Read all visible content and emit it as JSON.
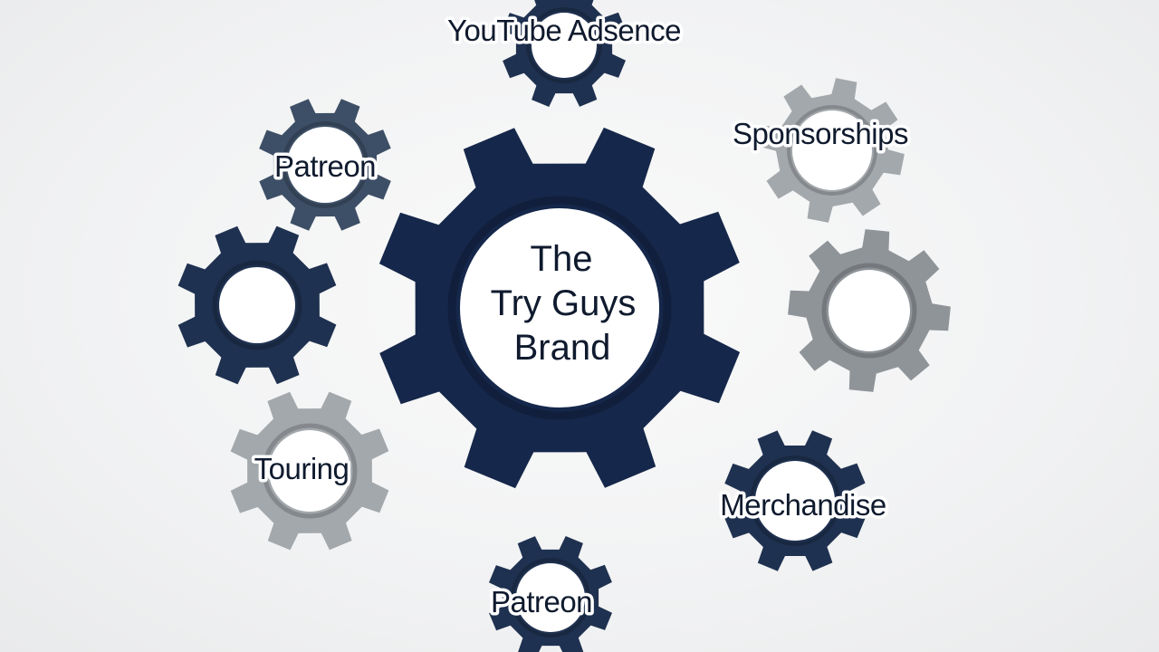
{
  "center": {
    "lines": [
      "The",
      "Try Guys",
      "Brand"
    ]
  },
  "gears": [
    {
      "id": "youtube-adsence",
      "label": "YouTube Adsence",
      "tone": "dark"
    },
    {
      "id": "patreon-top",
      "label": "Patreon",
      "tone": "slate"
    },
    {
      "id": "sponsorships",
      "label": "Sponsorships",
      "tone": "light"
    },
    {
      "id": "blank-left",
      "label": "",
      "tone": "dark"
    },
    {
      "id": "blank-right",
      "label": "",
      "tone": "mid"
    },
    {
      "id": "touring",
      "label": "Touring",
      "tone": "light"
    },
    {
      "id": "merchandise",
      "label": "Merchandise",
      "tone": "dark"
    },
    {
      "id": "patreon-bottom",
      "label": "Patreon",
      "tone": "dark"
    }
  ],
  "colors": {
    "dark": "#1f3150",
    "slate": "#3d4f66",
    "mid": "#8f9499",
    "light": "#a3a8ac",
    "center": "#15274a",
    "text": "#0f1a2e",
    "hole": "#ffffff"
  }
}
